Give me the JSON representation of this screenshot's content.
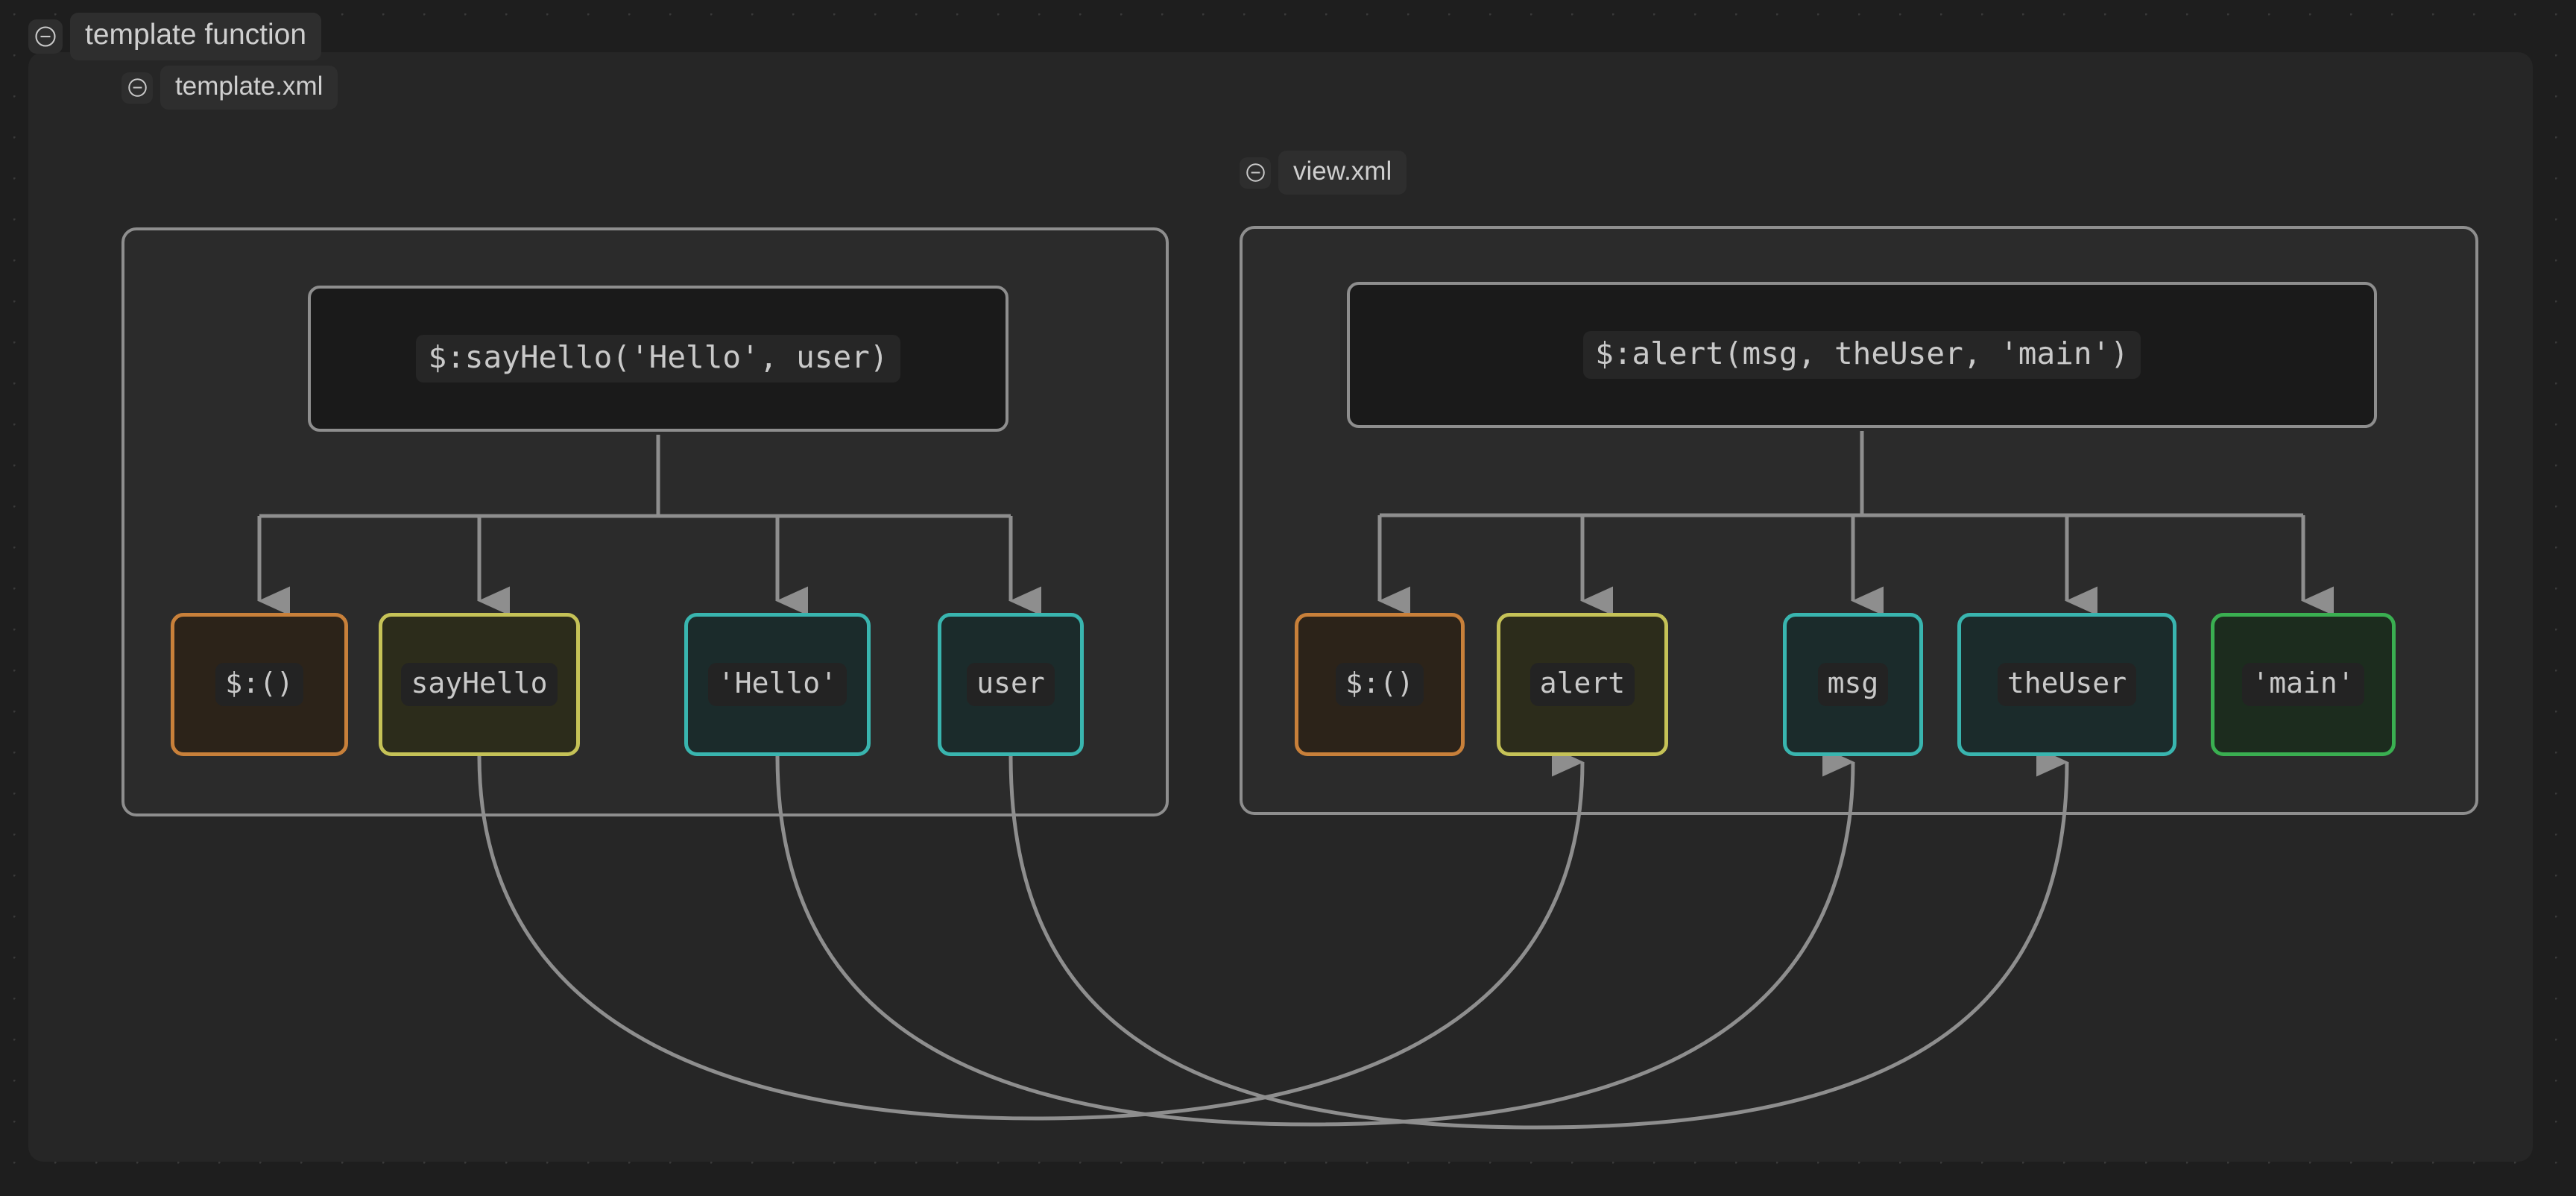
{
  "canvas": {
    "background": "#1e1e1e",
    "grid": true,
    "panel_background": "#262626"
  },
  "root": {
    "collapse_icon": "circle-minus-icon",
    "title": "template function"
  },
  "colors": {
    "connector": "#8e8e8e",
    "group_border": "#8e8e8e",
    "orange": "#c8803a",
    "yellow": "#c5c257",
    "teal": "#39b5af",
    "green": "#3aaf51",
    "text": "#c9c9c9"
  },
  "groups": [
    {
      "id": "template-xml",
      "collapse_icon": "circle-minus-icon",
      "title": "template.xml",
      "expression": "$:sayHello('Hello', user)",
      "nodes": [
        {
          "id": "t-call",
          "label": "$:()",
          "color": "#c8803a",
          "fill": "#2c2319"
        },
        {
          "id": "t-sayHello",
          "label": "sayHello",
          "color": "#c5c257",
          "fill": "#2c2c1b"
        },
        {
          "id": "t-hello",
          "label": "'Hello'",
          "color": "#39b5af",
          "fill": "#1b2b2b"
        },
        {
          "id": "t-user",
          "label": "user",
          "color": "#39b5af",
          "fill": "#1b2b2b"
        }
      ]
    },
    {
      "id": "view-xml",
      "collapse_icon": "circle-minus-icon",
      "title": "view.xml",
      "expression": "$:alert(msg, theUser, 'main')",
      "nodes": [
        {
          "id": "v-call",
          "label": "$:()",
          "color": "#c8803a",
          "fill": "#2c2319"
        },
        {
          "id": "v-alert",
          "label": "alert",
          "color": "#c5c257",
          "fill": "#2c2c1b"
        },
        {
          "id": "v-msg",
          "label": "msg",
          "color": "#39b5af",
          "fill": "#1b2b2b"
        },
        {
          "id": "v-theUser",
          "label": "theUser",
          "color": "#39b5af",
          "fill": "#1b2b2b"
        },
        {
          "id": "v-main",
          "label": "'main'",
          "color": "#3aaf51",
          "fill": "#1c2c1e"
        }
      ]
    }
  ],
  "cross_links": [
    {
      "from": "t-sayHello",
      "to": "v-alert"
    },
    {
      "from": "t-hello",
      "to": "v-msg"
    },
    {
      "from": "t-user",
      "to": "v-theUser"
    }
  ]
}
